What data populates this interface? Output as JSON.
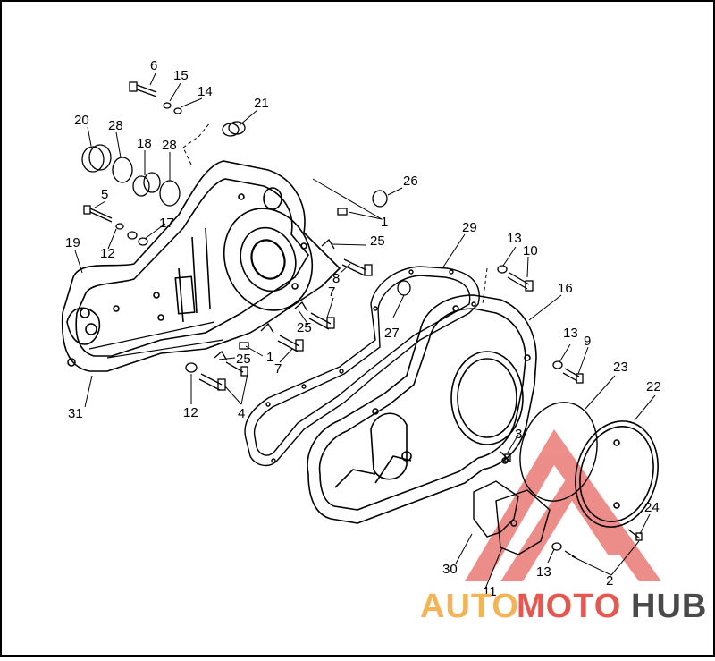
{
  "diagram": {
    "callouts": [
      {
        "id": "c1",
        "text": "6"
      },
      {
        "id": "c2",
        "text": "15"
      },
      {
        "id": "c3",
        "text": "14"
      },
      {
        "id": "c4",
        "text": "21"
      },
      {
        "id": "c5",
        "text": "20"
      },
      {
        "id": "c6",
        "text": "28"
      },
      {
        "id": "c7",
        "text": "18"
      },
      {
        "id": "c8",
        "text": "28"
      },
      {
        "id": "c9",
        "text": "26"
      },
      {
        "id": "c10",
        "text": "5"
      },
      {
        "id": "c11",
        "text": "1"
      },
      {
        "id": "c12",
        "text": "17"
      },
      {
        "id": "c13",
        "text": "12"
      },
      {
        "id": "c14",
        "text": "19"
      },
      {
        "id": "c15",
        "text": "25"
      },
      {
        "id": "c16",
        "text": "29"
      },
      {
        "id": "c17",
        "text": "13"
      },
      {
        "id": "c18",
        "text": "10"
      },
      {
        "id": "c19",
        "text": "8"
      },
      {
        "id": "c20",
        "text": "16"
      },
      {
        "id": "c21",
        "text": "7"
      },
      {
        "id": "c22",
        "text": "25"
      },
      {
        "id": "c23",
        "text": "27"
      },
      {
        "id": "c24",
        "text": "13"
      },
      {
        "id": "c25",
        "text": "9"
      },
      {
        "id": "c26",
        "text": "25"
      },
      {
        "id": "c27",
        "text": "1"
      },
      {
        "id": "c28",
        "text": "7"
      },
      {
        "id": "c29",
        "text": "23"
      },
      {
        "id": "c30",
        "text": "22"
      },
      {
        "id": "c31",
        "text": "31"
      },
      {
        "id": "c32",
        "text": "12"
      },
      {
        "id": "c33",
        "text": "4"
      },
      {
        "id": "c34",
        "text": "3"
      },
      {
        "id": "c35",
        "text": "24"
      },
      {
        "id": "c36",
        "text": "30"
      },
      {
        "id": "c37",
        "text": "13"
      },
      {
        "id": "c38",
        "text": "11"
      },
      {
        "id": "c39",
        "text": "2"
      }
    ]
  },
  "watermark": {
    "part1": "AUTO",
    "part2": "MOTO",
    "part3": "HUB",
    "colors": {
      "auto": "#f2b457",
      "moto": "#e8574f",
      "hub": "#4a4a4a",
      "triangle": "#e0312b"
    }
  }
}
